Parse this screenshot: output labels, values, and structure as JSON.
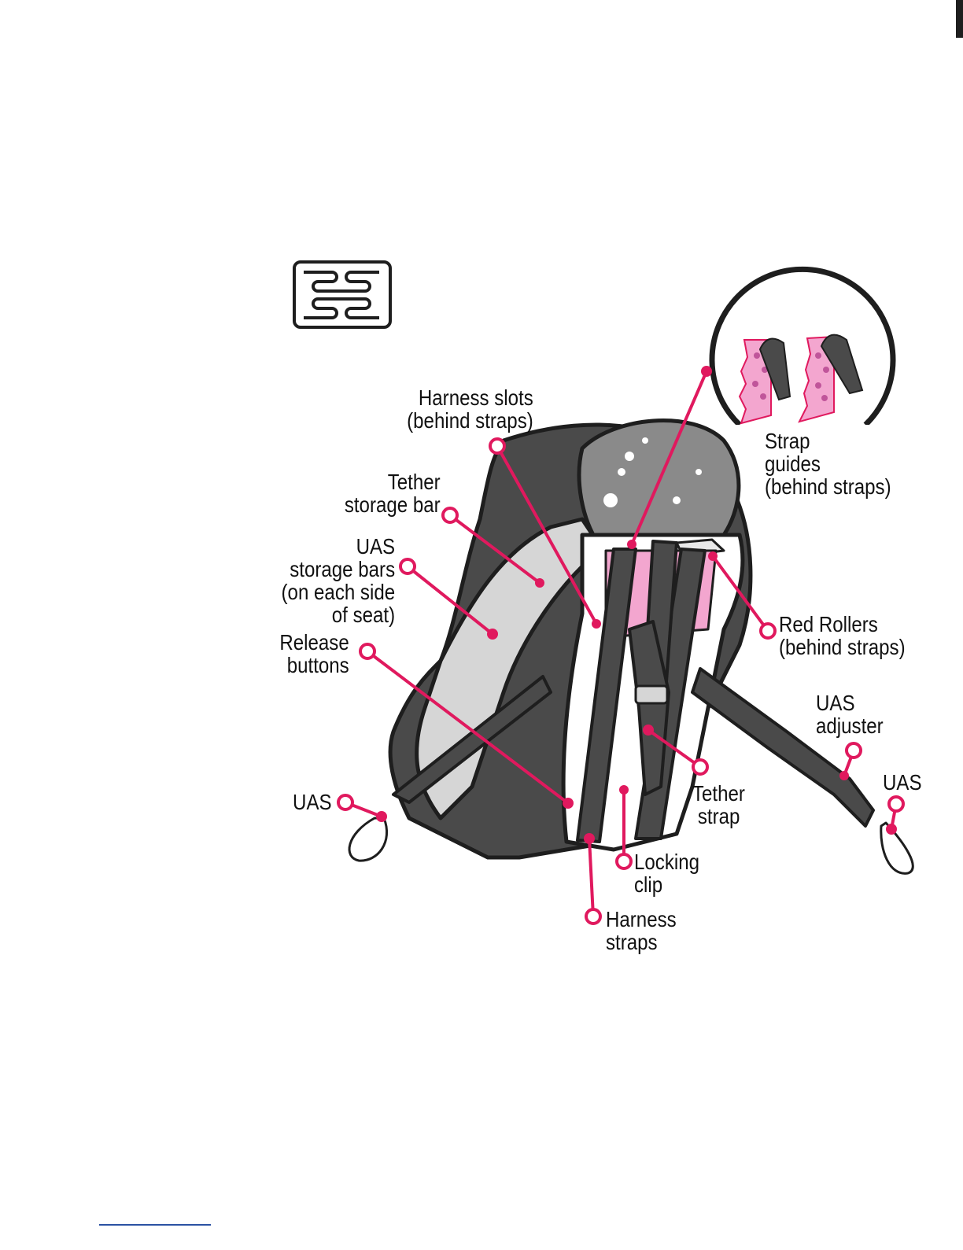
{
  "colors": {
    "accent": "#e0195e",
    "dark_gray": "#4a4a4a",
    "mid_gray": "#8a8a8a",
    "light_gray": "#d6d6d6",
    "pink": "#f3a6cf"
  },
  "icons": {
    "corner_icon": "locking-clip-symbol-icon"
  },
  "labels": {
    "harness_slots": [
      "Harness slots",
      "(behind straps)"
    ],
    "tether_storage_bar": [
      "Tether",
      "storage bar"
    ],
    "uas_storage_bars": [
      "UAS",
      "storage bars",
      "(on each side",
      "of seat)"
    ],
    "release_buttons": [
      "Release",
      "buttons"
    ],
    "uas_left": "UAS",
    "strap_guides": [
      "Strap",
      "guides",
      "(behind straps)"
    ],
    "red_rollers": [
      "Red Rollers",
      "(behind straps)"
    ],
    "uas_adjuster": [
      "UAS",
      "adjuster"
    ],
    "uas_right": "UAS",
    "tether_strap": [
      "Tether",
      "strap"
    ],
    "locking_clip": [
      "Locking",
      "clip"
    ],
    "harness_straps": [
      "Harness",
      "straps"
    ]
  }
}
